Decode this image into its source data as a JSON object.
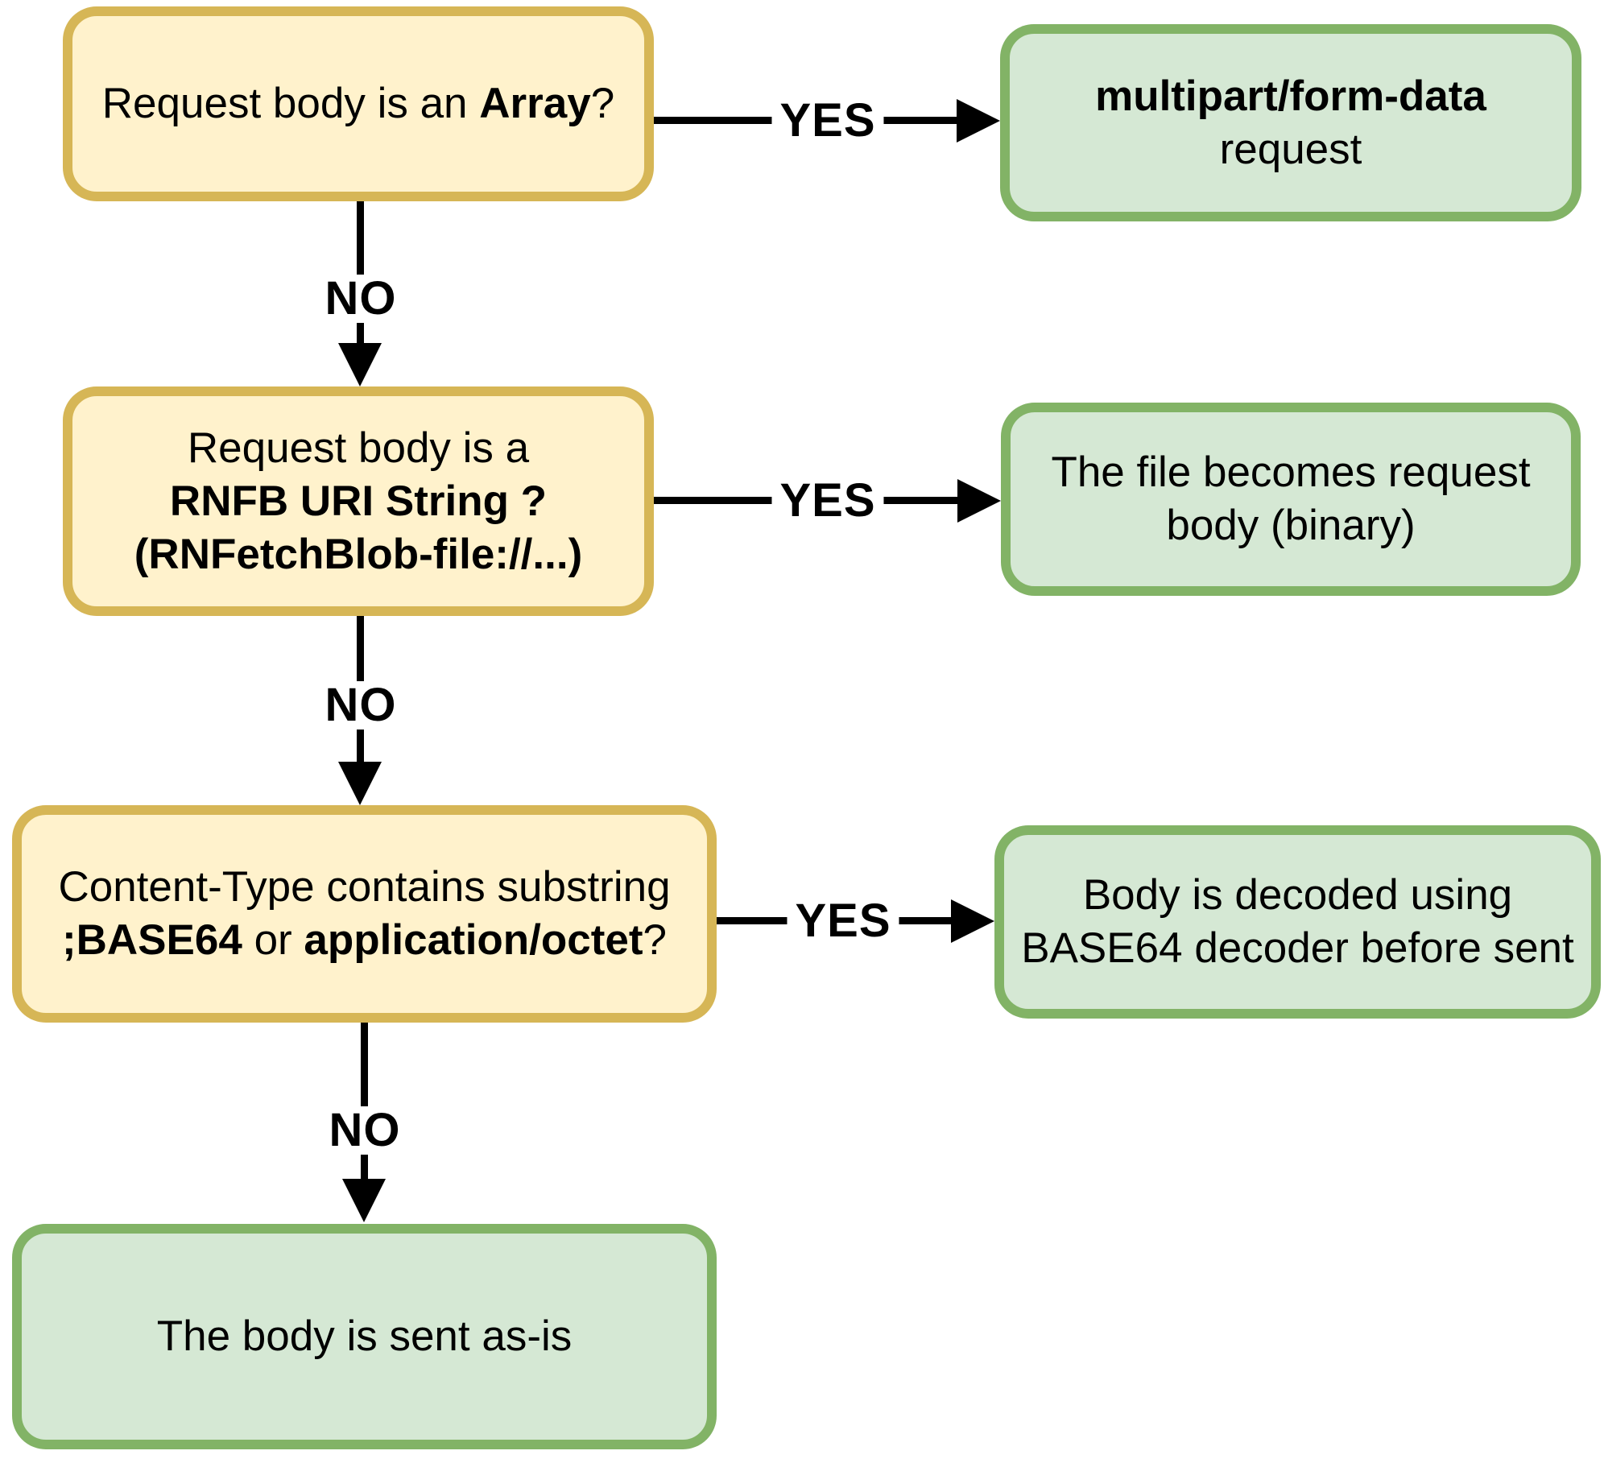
{
  "colors": {
    "yellow_fill": "#FFF2CC",
    "yellow_border": "#D6B656",
    "green_fill": "#D5E8D4",
    "green_border": "#82B366",
    "arrow_color": "#000000",
    "text_color": "#000000",
    "bg_color": "#FFFFFF"
  },
  "labels": {
    "yes": "YES",
    "no": "NO"
  },
  "nodes": {
    "q_array": {
      "line1_pre": "Request body is an ",
      "line1_bold": "Array",
      "line1_post": "?"
    },
    "r_multipart": {
      "line1": "multipart/form-data",
      "line2": "request"
    },
    "q_rnfb": {
      "line1": "Request body is a",
      "line2": "RNFB URI String ?",
      "line3": "(RNFetchBlob-file://...)"
    },
    "r_file": {
      "line1": "The file becomes request",
      "line2": "body (binary)"
    },
    "q_base64": {
      "line1": "Content-Type contains substring",
      "line2_bold1": ";BASE64",
      "line2_mid": " or ",
      "line2_bold2": "application/octet",
      "line2_post": "?"
    },
    "r_decoded": {
      "line1": "Body is decoded using",
      "line2": "BASE64 decoder before sent"
    },
    "r_asis": {
      "line1": "The body is sent as-is"
    }
  }
}
